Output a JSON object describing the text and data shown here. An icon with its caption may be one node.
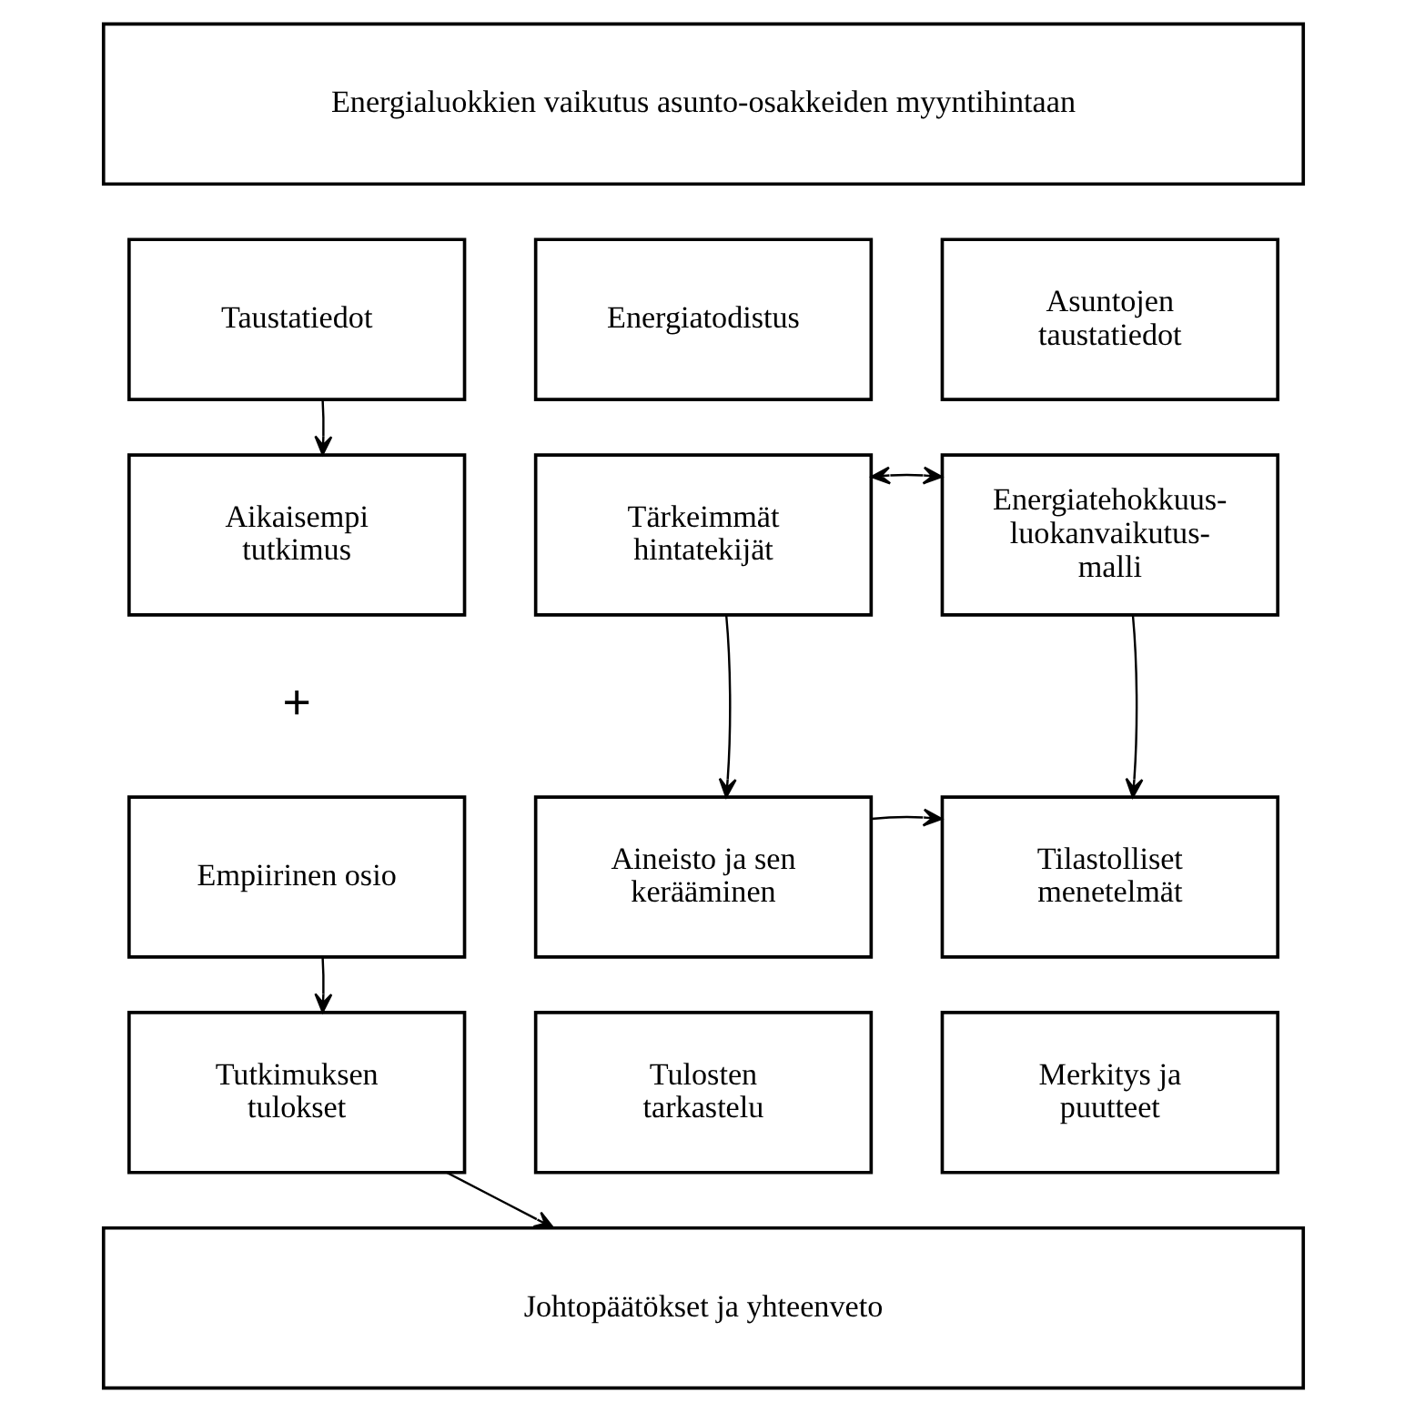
{
  "diagram": {
    "nodes": [
      {
        "text": [
          "Energialuokkien vaikutus asunto-osakkeiden myyntihintaan"
        ]
      },
      {
        "text": [
          "Taustatiedot"
        ]
      },
      {
        "text": [
          "Energiatodistus"
        ]
      },
      {
        "text": [
          "Asuntojen taustatiedot"
        ]
      },
      {
        "text": [
          "Aikaisempi tutkimus"
        ]
      },
      {
        "text": [
          "Tärkeimmät hintatekijät"
        ]
      },
      {
        "text": [
          "Energiatehokkuus- luokanvaikutus- malli"
        ]
      },
      {
        "text": [
          "Empiirinen osio"
        ]
      },
      {
        "text": [
          "Aineisto ja sen kerääminen"
        ]
      },
      {
        "text": [
          "Tilastolliset menetelmät"
        ]
      },
      {
        "text": [
          "Tutkimuksen tulokset"
        ]
      },
      {
        "text": [
          "Tulosten tarkastelu"
        ]
      },
      {
        "text": [
          "Merkitys ja puutteet"
        ]
      },
      {
        "text": [
          "Johtopäätökset ja yhteenveto"
        ]
      }
    ],
    "edges": [
      {
        "from": 1,
        "to": 4,
        "arrow": "to"
      },
      {
        "from": 5,
        "to": 6,
        "arrow": "both"
      },
      {
        "from": 5,
        "to": 8,
        "arrow": "to"
      },
      {
        "from": 6,
        "to": 9,
        "arrow": "to"
      },
      {
        "from": 8,
        "to": 9,
        "arrow": "to"
      },
      {
        "from": 7,
        "to": 10,
        "arrow": "to"
      },
      {
        "from": 10,
        "to": 13,
        "arrow": "to"
      }
    ],
    "labels": [
      "+"
    ]
  }
}
